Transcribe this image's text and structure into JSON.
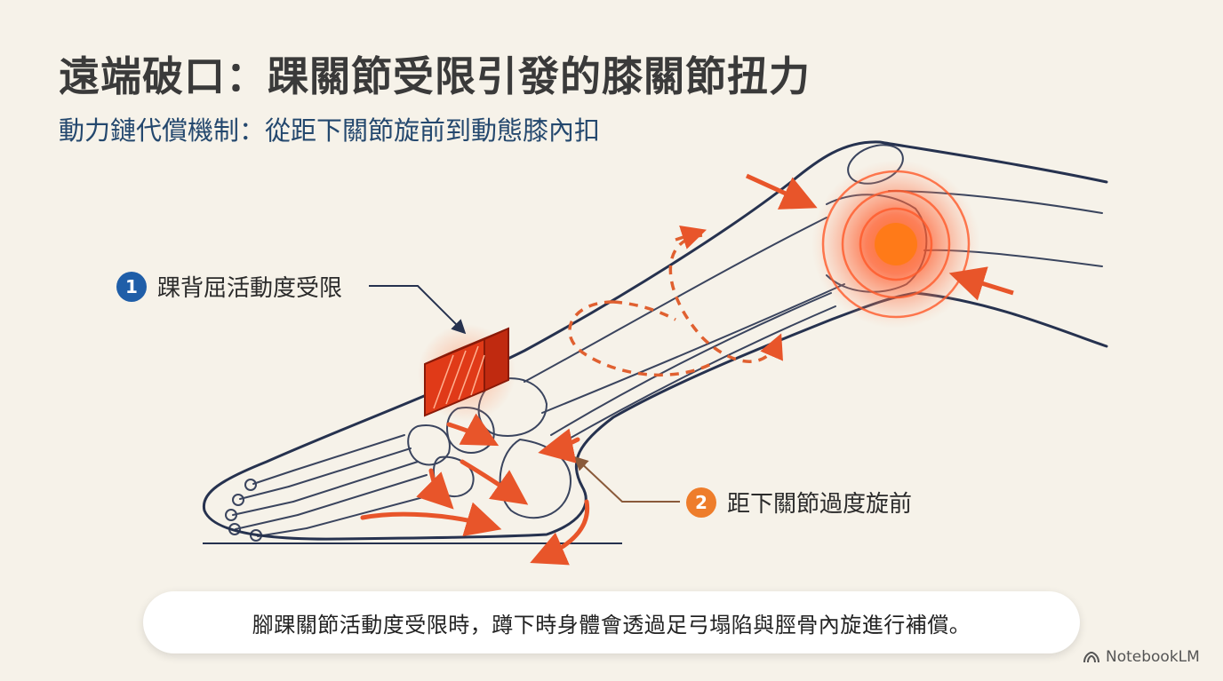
{
  "title": "遠端破口：踝關節受限引發的膝關節扭力",
  "subtitle": "動力鏈代償機制：從距下關節旋前到動態膝內扣",
  "callouts": [
    {
      "number": "1",
      "label": "踝背屈活動度受限"
    },
    {
      "number": "2",
      "label": "距下關節過度旋前"
    }
  ],
  "caption": "腳踝關節活動度受限時，蹲下時身體會透過足弓塌陷與脛骨內旋進行補償。",
  "brand": {
    "name": "NotebookLM",
    "icon": "notebooklm-logo-icon"
  },
  "colors": {
    "background": "#f6f2e9",
    "subtitle": "#24486e",
    "outline": "#26324f",
    "accent_red": "#e8401c",
    "accent_orange": "#ee7d2b",
    "badge_blue": "#1f5ea8"
  }
}
